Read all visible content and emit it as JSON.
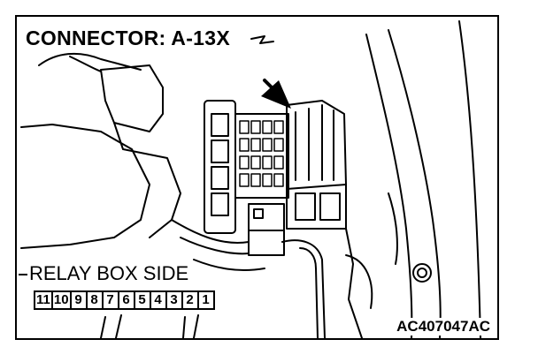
{
  "title": "CONNECTOR: A-13X",
  "relay_box_label": "RELAY BOX SIDE",
  "connector_pins": [
    "11",
    "10",
    "9",
    "8",
    "7",
    "6",
    "5",
    "4",
    "3",
    "2",
    "1"
  ],
  "figure_code": "AC407047AC"
}
